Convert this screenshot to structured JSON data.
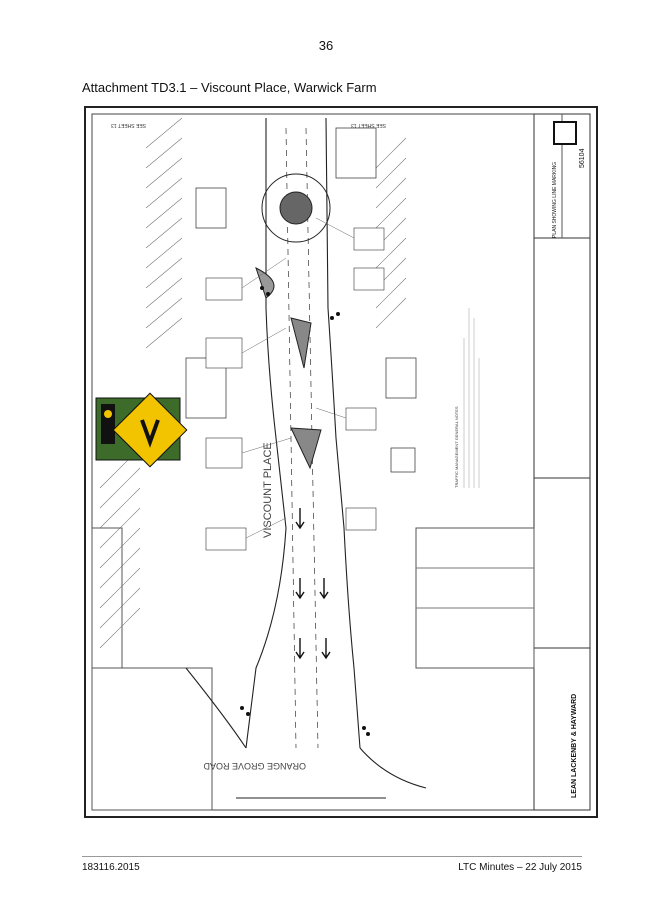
{
  "page": {
    "number": "36",
    "attachment_title": "Attachment TD3.1 – Viscount Place, Warwick Farm"
  },
  "drawing": {
    "street_label": "VISCOUNT PLACE",
    "cross_street_label": "ORANGE GROVE ROAD",
    "see_sheet_top_left": "SEE SHEET 13",
    "see_sheet_top_right": "SEE SHEET 13",
    "sheet_title": "PLAN SHOWING LINE MARKING",
    "drawing_number": "56104",
    "firm_name": "LEAN LACKENBY & HAYWARD",
    "notes_title": "TRAFFIC MANAGEMENT GENERAL NOTES",
    "sign_symbol": "keep-left-sign"
  },
  "footer": {
    "left": "183116.2015",
    "right": "LTC Minutes – 22 July 2015"
  }
}
